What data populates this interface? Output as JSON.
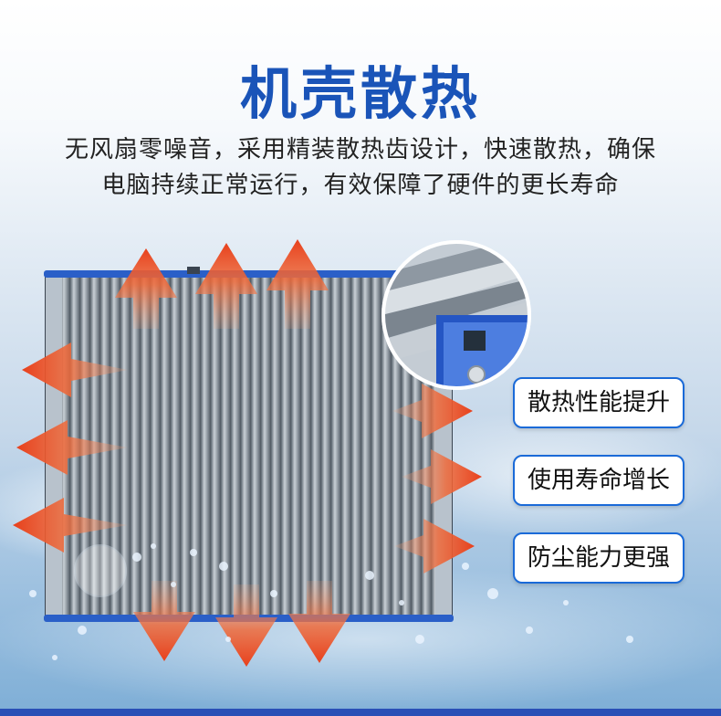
{
  "heading": "机壳散热",
  "description": [
    "无风扇零噪音，采用精装散热齿设计，快速散热，确保",
    "电脑持续正常运行，有效保障了硬件的更长寿命"
  ],
  "features": [
    "散热性能提升",
    "使用寿命增长",
    "防尘能力更强"
  ],
  "colors": {
    "heading": "#1a54b8",
    "accent": "#1a6ad8",
    "arrow": "#e8401c",
    "bar": "#2a4fb6"
  }
}
